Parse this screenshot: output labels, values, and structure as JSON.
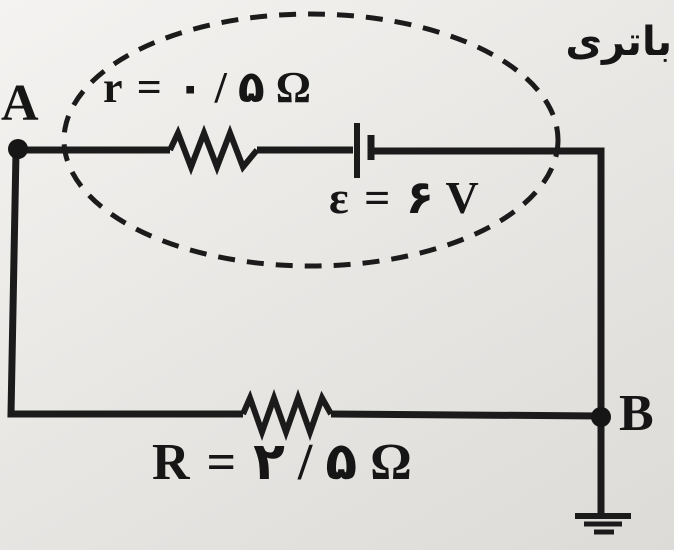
{
  "page": {
    "kind": "scanned-physics-circuit-diagram",
    "paper_color": "#ebe9e6",
    "ink_color": "#1b1b1b"
  },
  "labels": {
    "battery_word": "باتری",
    "node_a": "A",
    "node_b": "B",
    "internal_resistance": "r = ۰ / ۵ Ω",
    "emf": "ε = ۶ V",
    "external_resistance": "R = ۲ / ۵ Ω"
  },
  "circuit": {
    "battery_region": "dashed ellipse enclosing internal resistance r and EMF cell, labeled battery_word",
    "internal_resistance_ohm": 0.5,
    "emf_volt": 6,
    "external_resistance_ohm": 2.5,
    "nodes": [
      "A",
      "B"
    ],
    "ground_at": "B"
  }
}
